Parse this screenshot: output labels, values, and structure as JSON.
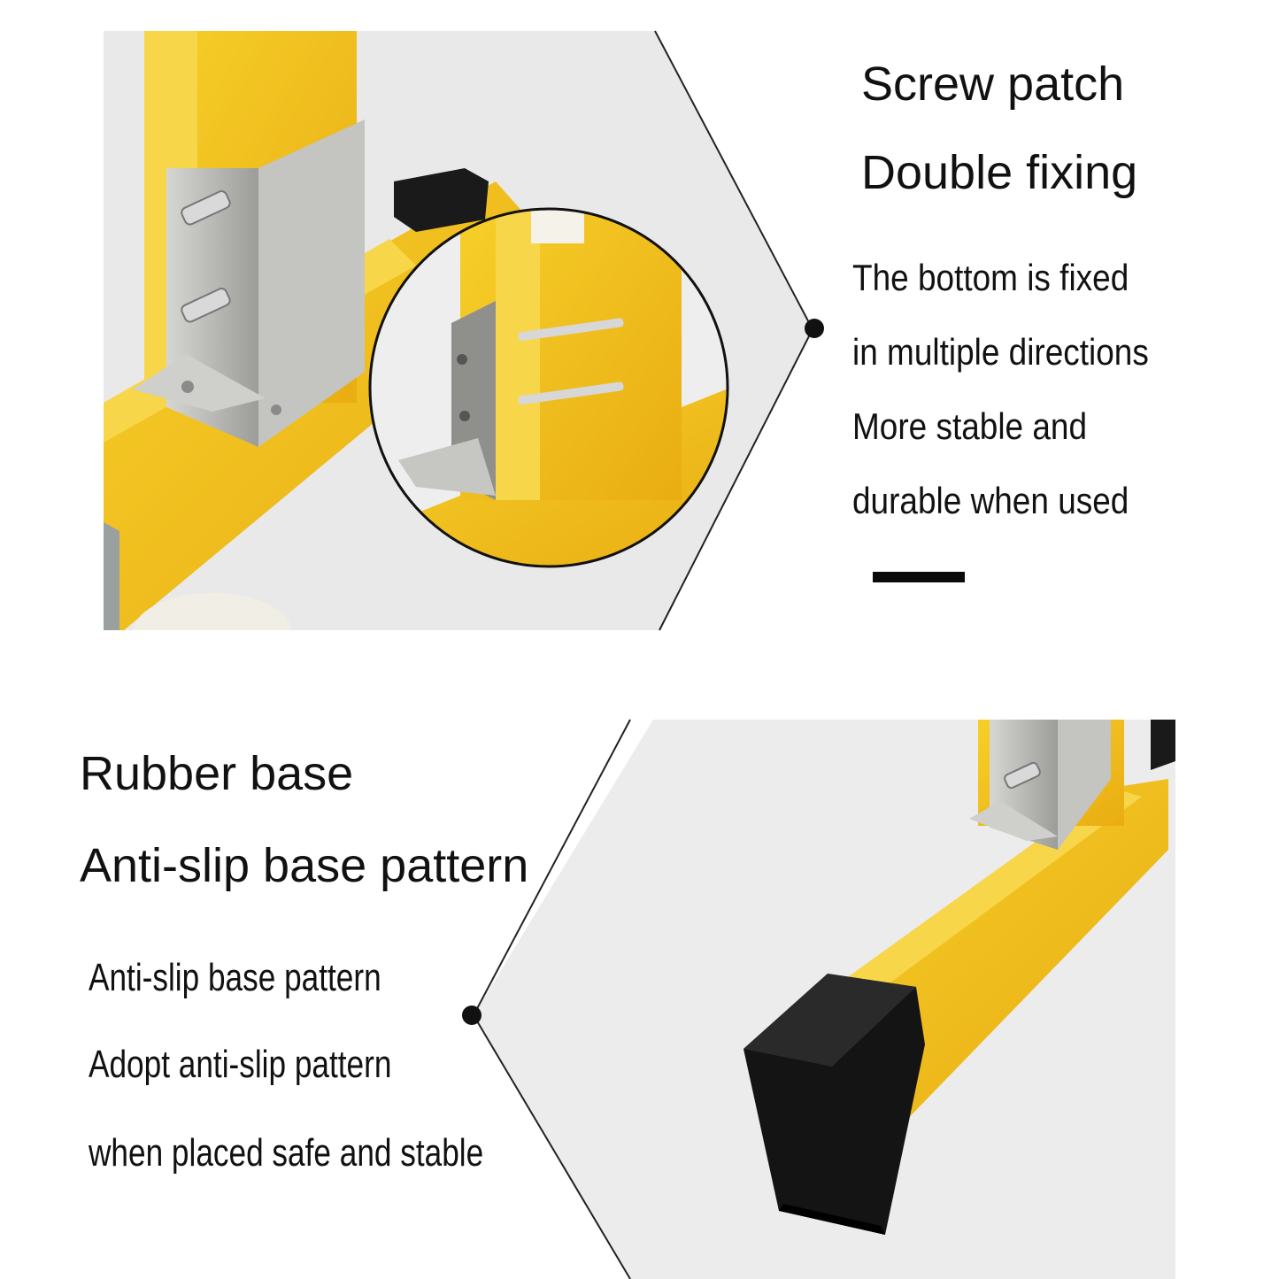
{
  "top_section": {
    "title_line_1": "Screw patch",
    "title_line_2": "Double fixing",
    "description_lines": [
      "The bottom is fixed",
      "in multiple directions",
      "More stable and",
      "durable when used"
    ]
  },
  "bottom_section": {
    "title_line_1": "Rubber base",
    "title_line_2": "Anti-slip base pattern",
    "description_lines": [
      "Anti-slip base pattern",
      "Adopt anti-slip pattern",
      "when placed safe and stable"
    ]
  },
  "colors": {
    "background": "#ffffff",
    "photo_backdrop": "#e8e8e8",
    "ladder_yellow": "#f2c21a",
    "metal_bracket": "#b9b9b4",
    "rubber_cap": "#111111",
    "text": "#111111"
  }
}
